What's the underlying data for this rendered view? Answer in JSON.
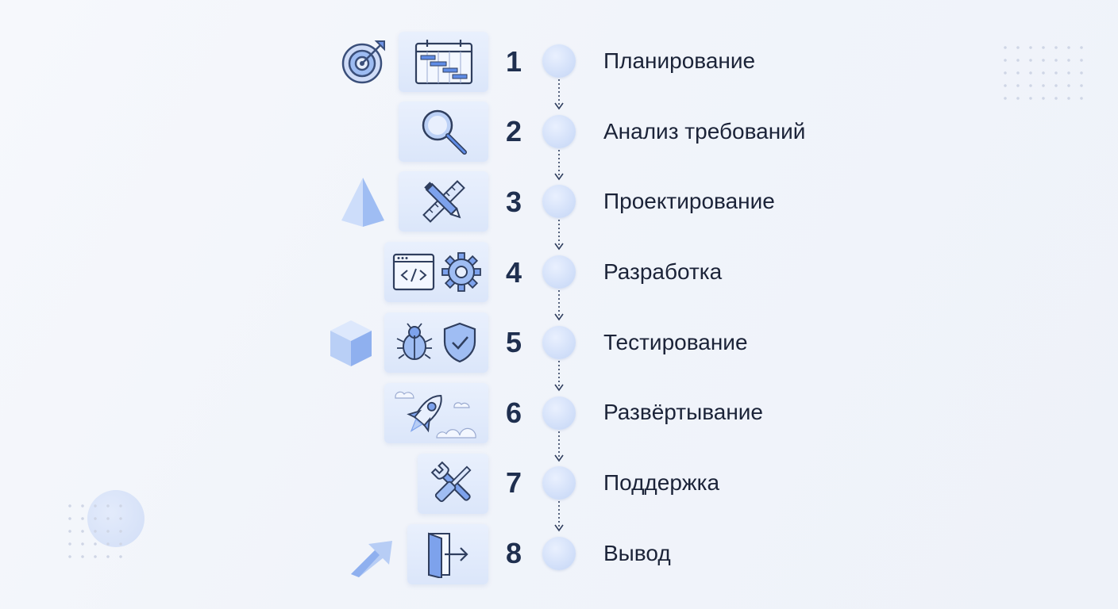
{
  "steps": [
    {
      "number": "1",
      "label": "Планирование"
    },
    {
      "number": "2",
      "label": "Анализ требований"
    },
    {
      "number": "3",
      "label": "Проектирование"
    },
    {
      "number": "4",
      "label": "Разработка"
    },
    {
      "number": "5",
      "label": "Тестирование"
    },
    {
      "number": "6",
      "label": "Развёртывание"
    },
    {
      "number": "7",
      "label": "Поддержка"
    },
    {
      "number": "8",
      "label": "Вывод"
    }
  ],
  "icons": {
    "step1": "calendar-gantt-icon",
    "step2": "magnifier-icon",
    "step3": "ruler-pencil-icon",
    "step4": [
      "code-window-icon",
      "gear-icon"
    ],
    "step5": [
      "bug-icon",
      "shield-check-icon"
    ],
    "step6": [
      "rocket-icon",
      "cloud-icon"
    ],
    "step7": "wrench-screwdriver-icon",
    "step8": "exit-door-icon"
  },
  "decorations": [
    "target-icon",
    "pyramid-icon",
    "cube-icon",
    "arrow-3d-icon"
  ],
  "colors": {
    "accent": "#4f7fe0",
    "text": "#1b2338",
    "number": "#1f2f4f"
  }
}
